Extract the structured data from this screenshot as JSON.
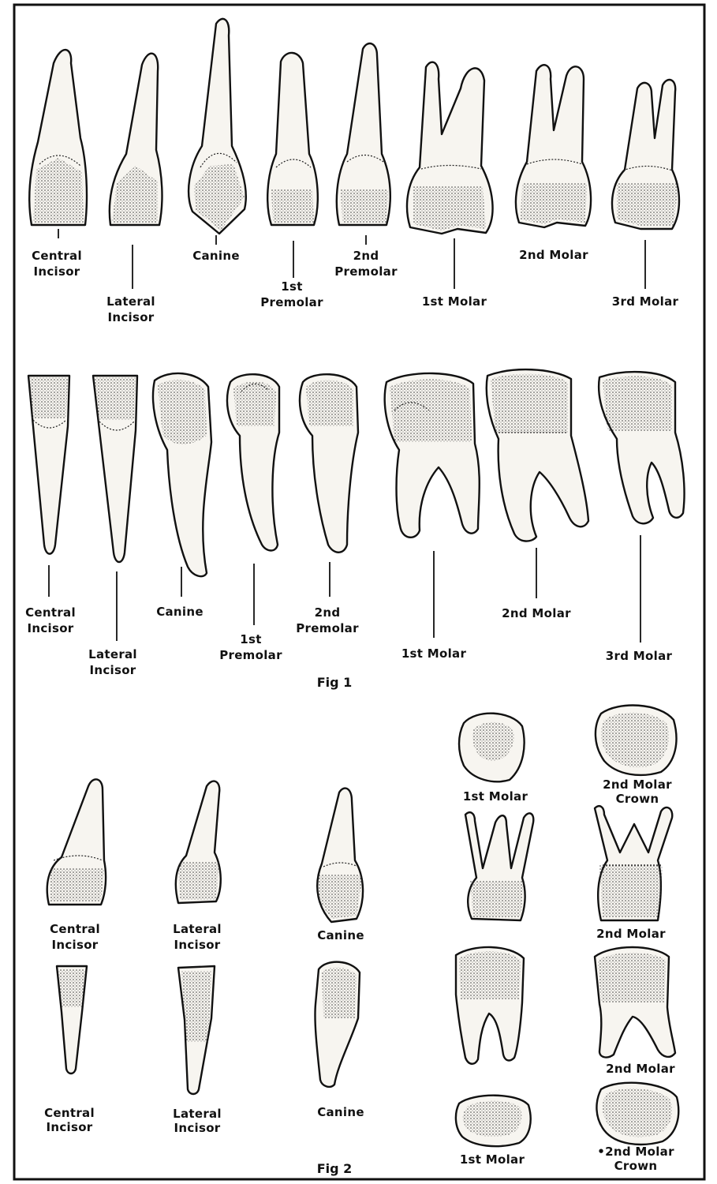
{
  "fig1": {
    "caption": "Fig 1",
    "upper_row": {
      "labels": [
        {
          "line1": "Central",
          "line2": "Incisor"
        },
        {
          "line1": "Lateral",
          "line2": "Incisor"
        },
        {
          "line1": "Canine",
          "line2": ""
        },
        {
          "line1": "1st",
          "line2": "Premolar"
        },
        {
          "line1": "2nd",
          "line2": "Premolar"
        },
        {
          "line1": "1st Molar",
          "line2": ""
        },
        {
          "line1": "2nd Molar",
          "line2": ""
        },
        {
          "line1": "3rd Molar",
          "line2": ""
        }
      ]
    },
    "lower_row": {
      "labels": [
        {
          "line1": "Central",
          "line2": "Incisor"
        },
        {
          "line1": "Lateral",
          "line2": "Incisor"
        },
        {
          "line1": "Canine",
          "line2": ""
        },
        {
          "line1": "1st",
          "line2": "Premolar"
        },
        {
          "line1": "2nd",
          "line2": "Premolar"
        },
        {
          "line1": "1st Molar",
          "line2": ""
        },
        {
          "line1": "2nd Molar",
          "line2": ""
        },
        {
          "line1": "3rd Molar",
          "line2": ""
        }
      ]
    }
  },
  "fig2": {
    "caption": "Fig 2",
    "labels": [
      {
        "line1": "Central",
        "line2": "Incisor"
      },
      {
        "line1": "Lateral",
        "line2": "Incisor"
      },
      {
        "line1": "Canine",
        "line2": ""
      },
      {
        "line1": "1st Molar",
        "line2": ""
      },
      {
        "line1": "2nd Molar",
        "line2": "Crown"
      },
      {
        "line1": "2nd Molar",
        "line2": ""
      },
      {
        "line1": "Central",
        "line2": "Incisor"
      },
      {
        "line1": "Lateral",
        "line2": "Incisor"
      },
      {
        "line1": "Canine",
        "line2": ""
      },
      {
        "line1": "2nd Molar",
        "line2": ""
      },
      {
        "line1": "1st Molar",
        "line2": ""
      },
      {
        "line1": "•2nd Molar",
        "line2": "Crown"
      }
    ]
  }
}
